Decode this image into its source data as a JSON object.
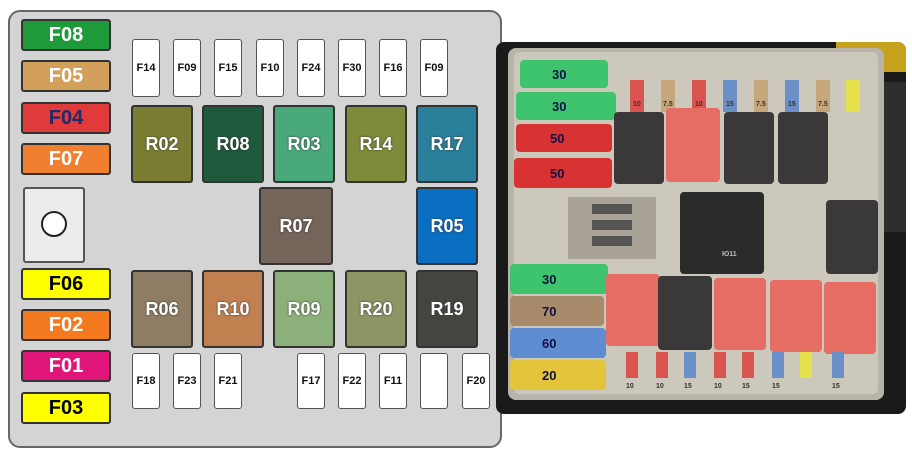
{
  "diagram": {
    "big_fuses": [
      {
        "label": "F08",
        "color": "#1f9a3a",
        "text_color": "#ffffff"
      },
      {
        "label": "F05",
        "color": "#d2a05a",
        "text_color": "#ffffff"
      },
      {
        "label": "F04",
        "color": "#e03a3a",
        "text_color": "#1d2a6b"
      },
      {
        "label": "F07",
        "color": "#f08030",
        "text_color": "#ffffff"
      },
      {
        "label": "F06",
        "color": "#ffff00",
        "text_color": "#000000"
      },
      {
        "label": "F02",
        "color": "#f47a20",
        "text_color": "#ffffff"
      },
      {
        "label": "F01",
        "color": "#e0157a",
        "text_color": "#ffffff"
      },
      {
        "label": "F03",
        "color": "#ffff00",
        "text_color": "#000000"
      }
    ],
    "top_fuses": [
      "F14",
      "F09",
      "F15",
      "F10",
      "F24",
      "F30",
      "F16",
      "F09"
    ],
    "bottom_fuses": [
      "F18",
      "F23",
      "F21",
      "F17",
      "F22",
      "F11",
      "",
      "F20"
    ],
    "relays": [
      {
        "label": "R02",
        "color": "#7b7e32"
      },
      {
        "label": "R08",
        "color": "#1e5a3c"
      },
      {
        "label": "R03",
        "color": "#49a97a"
      },
      {
        "label": "R14",
        "color": "#7f8a3a"
      },
      {
        "label": "R17",
        "color": "#2a7f9a"
      },
      {
        "label": "R07",
        "color": "#75645a"
      },
      {
        "label": "R05",
        "color": "#0a6fc0"
      },
      {
        "label": "R06",
        "color": "#8f7c64"
      },
      {
        "label": "R10",
        "color": "#c08050"
      },
      {
        "label": "R09",
        "color": "#8cb07a"
      },
      {
        "label": "R20",
        "color": "#8f9465"
      },
      {
        "label": "R19",
        "color": "#444440"
      }
    ]
  },
  "photo": {
    "fuse_labels": [
      "30",
      "30",
      "50",
      "50",
      "30",
      "70",
      "60",
      "20"
    ],
    "mini_labels": [
      "10",
      "7.5",
      "10",
      "15",
      "7.5",
      "15",
      "7.5",
      "10",
      "10",
      "15",
      "10",
      "15",
      "15",
      "15"
    ],
    "relay_code": "Ю11"
  }
}
